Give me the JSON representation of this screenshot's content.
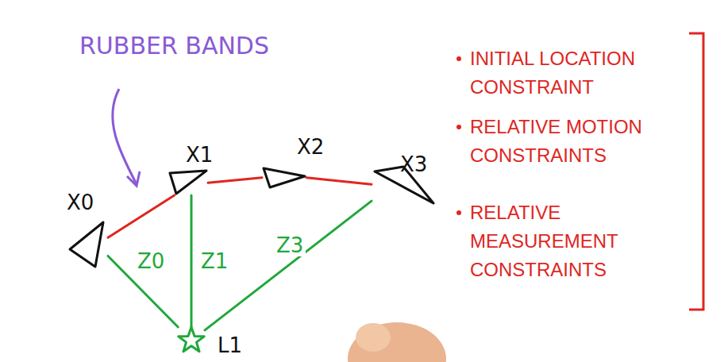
{
  "diagram": {
    "nodes": [
      {
        "text": [
          "X0"
        ]
      },
      {
        "text": [
          "X1"
        ]
      },
      {
        "text": [
          "X2"
        ]
      },
      {
        "text": [
          "X3"
        ]
      },
      {
        "text": [
          "L1"
        ]
      }
    ],
    "edges": [
      {
        "from": 0,
        "to": 1,
        "arrow": "none"
      },
      {
        "from": 1,
        "to": 2,
        "arrow": "none"
      },
      {
        "from": 2,
        "to": 3,
        "arrow": "none"
      },
      {
        "from": 0,
        "to": 4,
        "arrow": "none",
        "label": "Z0"
      },
      {
        "from": 1,
        "to": 4,
        "arrow": "none",
        "label": "Z1"
      },
      {
        "from": 3,
        "to": 4,
        "arrow": "none",
        "label": "Z3"
      }
    ],
    "labels": [
      "RUBBER BANDS",
      "INITIAL LOCATION CONSTRAINT",
      "RELATIVE MOTION CONSTRAINTS",
      "RELATIVE MEASUREMENT CONSTRAINTS"
    ]
  }
}
